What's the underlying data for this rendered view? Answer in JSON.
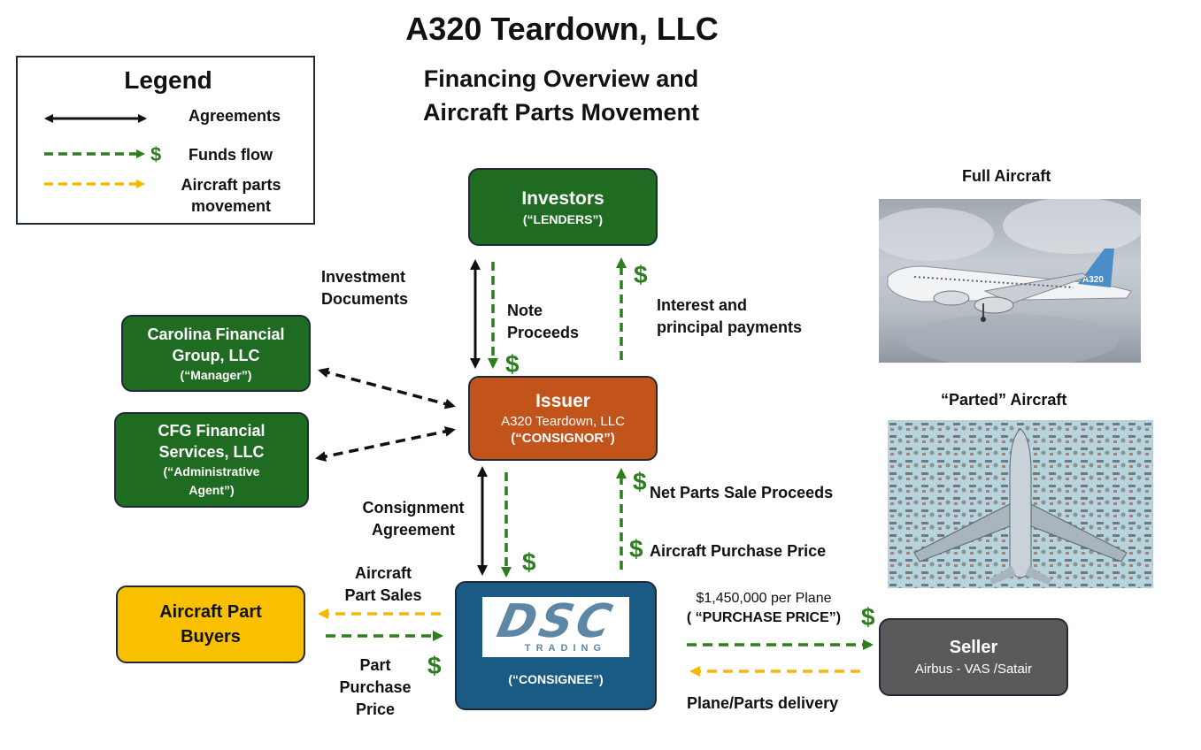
{
  "header": {
    "title": "A320 Teardown, LLC",
    "subtitle_line1": "Financing Overview and",
    "subtitle_line2": "Aircraft Parts Movement"
  },
  "legend": {
    "title": "Legend",
    "agreements": "Agreements",
    "funds_flow": "Funds flow",
    "funds_symbol": "$",
    "parts_line1": "Aircraft parts",
    "parts_line2": "movement"
  },
  "nodes": {
    "investors": {
      "name": "Investors",
      "role": "(“LENDERS”)"
    },
    "carolina": {
      "line1": "Carolina Financial",
      "line2": "Group, LLC",
      "role": "(“Manager”)"
    },
    "cfg": {
      "line1": "CFG Financial",
      "line2": "Services, LLC",
      "role_line1": "(“Administrative",
      "role_line2": "Agent”)"
    },
    "issuer": {
      "name": "Issuer",
      "entity": "A320 Teardown, LLC",
      "role": "(“CONSIGNOR”)"
    },
    "consignee": {
      "logo_text": "DSC",
      "logo_sub": "TRADING",
      "role": "(“CONSIGNEE”)"
    },
    "buyers": {
      "line1": "Aircraft Part",
      "line2": "Buyers"
    },
    "seller": {
      "name": "Seller",
      "entity": "Airbus - VAS /Satair"
    }
  },
  "labels": {
    "investment_docs_1": "Investment",
    "investment_docs_2": "Documents",
    "note_proceeds_1": "Note",
    "note_proceeds_2": "Proceeds",
    "interest_1": "Interest and",
    "interest_2": "principal payments",
    "consignment_1": "Consignment",
    "consignment_2": "Agreement",
    "net_parts": "Net Parts Sale Proceeds",
    "aircraft_purchase": "Aircraft Purchase Price",
    "part_sales_1": "Aircraft",
    "part_sales_2": "Part Sales",
    "part_purchase_1": "Part",
    "part_purchase_2": "Purchase",
    "part_purchase_3": "Price",
    "price_line1": "$1,450,000 per Plane",
    "price_line2": "( “PURCHASE PRICE”)",
    "delivery": "Plane/Parts delivery",
    "dollar": "$"
  },
  "images": {
    "full_title": "Full Aircraft",
    "parted_title": "“Parted” Aircraft",
    "tail_text": "A320"
  },
  "colors": {
    "green_box": "#1f6b22",
    "issuer_orange": "#c2531a",
    "consignee_blue": "#1a5b84",
    "buyers_yellow": "#f9c000",
    "seller_gray": "#5a5a5a",
    "funds_green": "#2e7d1f",
    "parts_yellow": "#f5b800"
  }
}
